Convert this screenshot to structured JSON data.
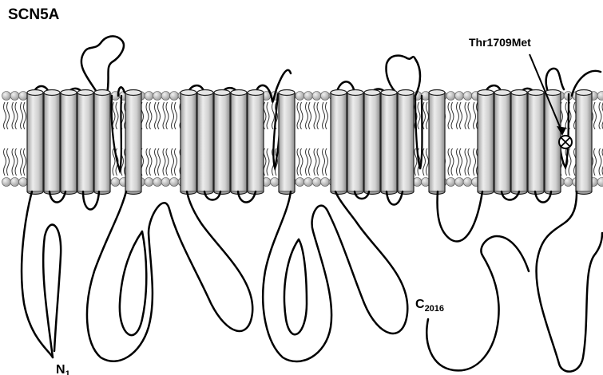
{
  "title": "SCN5A",
  "mutation": {
    "label": "Thr1709Met",
    "symbol": "⊗"
  },
  "termini": {
    "n": {
      "letter": "N",
      "number": "1"
    },
    "c": {
      "letter": "C",
      "number": "2016"
    }
  },
  "domains": [
    {
      "segments": 6
    },
    {
      "segments": 6
    },
    {
      "segments": 6
    },
    {
      "segments": 6
    }
  ],
  "colors": {
    "membrane_head": "#b8b8b8",
    "helix_light": "#e2e2e2",
    "helix_dark": "#8c8c8c",
    "line": "#000000"
  }
}
